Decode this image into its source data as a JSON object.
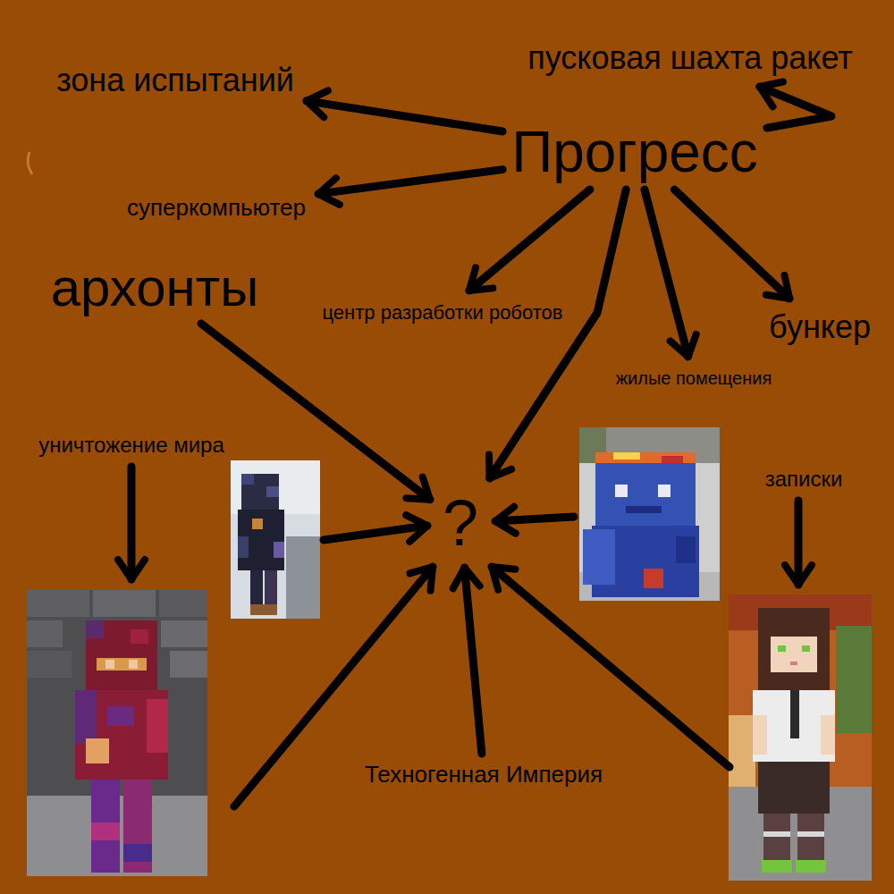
{
  "diagram": {
    "nodes": [
      {
        "text": [
          "пусковая шахта ракет"
        ]
      },
      {
        "text": [
          "зона испытаний"
        ]
      },
      {
        "text": [
          "Прогресс"
        ]
      },
      {
        "text": [
          "суперкомпьютер"
        ]
      },
      {
        "text": [
          "архонты"
        ]
      },
      {
        "text": [
          "центр разработки роботов"
        ]
      },
      {
        "text": [
          "бункер"
        ]
      },
      {
        "text": [
          "жилые помещения"
        ]
      },
      {
        "text": [
          "уничтожение мира"
        ]
      },
      {
        "text": [
          "записки"
        ]
      },
      {
        "text": [
          "?"
        ]
      },
      {
        "text": [
          "Техногенная Империя"
        ]
      }
    ],
    "edges": [
      {
        "from": 2,
        "to": 1,
        "arrow": "to"
      },
      {
        "from": 2,
        "to": 3,
        "arrow": "to"
      },
      {
        "from": 2,
        "to": 5,
        "arrow": "to"
      },
      {
        "from": 2,
        "to": 7,
        "arrow": "to"
      },
      {
        "from": 2,
        "to": 6,
        "arrow": "to"
      },
      {
        "from": 2,
        "to": 0,
        "arrow": "to"
      },
      {
        "from": 2,
        "to": 10,
        "arrow": "to"
      },
      {
        "from": 4,
        "to": 10,
        "arrow": "to"
      },
      {
        "from": 11,
        "to": 10,
        "arrow": "to"
      }
    ]
  }
}
